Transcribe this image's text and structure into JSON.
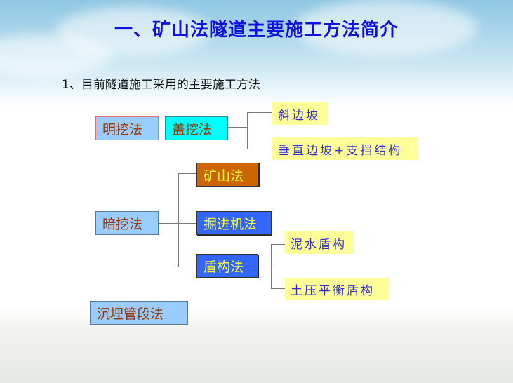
{
  "title": "一、矿山法隧道主要施工方法简介",
  "subtitle": "1、目前隧道施工采用的主要施工方法",
  "diagram": {
    "open_cut": {
      "label": "明挖法"
    },
    "cover_cut": {
      "label": "盖挖法",
      "children": [
        "斜边坡",
        "垂直边坡+支挡结构"
      ]
    },
    "underground": {
      "label": "暗挖法",
      "children": {
        "mining": "矿山法",
        "tbm": "掘进机法",
        "shield": {
          "label": "盾构法",
          "children": [
            "泥水盾构",
            "土压平衡盾构"
          ]
        }
      }
    },
    "immersed": {
      "label": "沉埋管段法"
    }
  },
  "colors": {
    "title": "#1010e0",
    "light_blue_box": "#99ccff",
    "cyan_box": "#00ffff",
    "orange_box": "#cc6600",
    "blue_box": "#3366ff",
    "yellow_label": "#ffff99",
    "box_text_brown": "#993300",
    "box_text_yellow": "#ffff33",
    "label_text_blue": "#3333cc"
  }
}
